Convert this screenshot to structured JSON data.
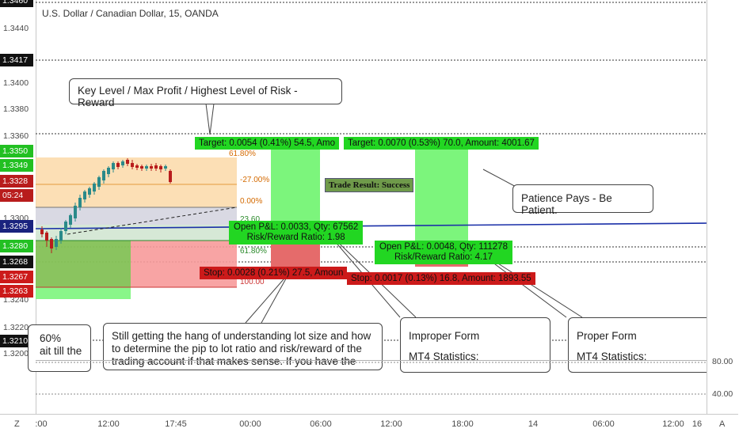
{
  "symbol_title": "U.S. Dollar / Canadian Dollar, 15, OANDA",
  "price_ticks": [
    "1.3460",
    "1.3440",
    "1.3400",
    "1.3380",
    "1.3360",
    "1.3300",
    "1.3240",
    "1.3220",
    "1.3200"
  ],
  "price_labels": [
    {
      "text": "1.3417",
      "color": "#111111"
    },
    {
      "text": "1.3350",
      "color": "#22c022"
    },
    {
      "text": "1.3349",
      "color": "#22c022"
    },
    {
      "text": "1.3328",
      "color": "#b81c1c"
    },
    {
      "text": "05:24",
      "color": "#b81c1c"
    },
    {
      "text": "1.3295",
      "color": "#1a237e"
    },
    {
      "text": "1.3280",
      "color": "#22c022"
    },
    {
      "text": "1.3268",
      "color": "#111111"
    },
    {
      "text": "1.3267",
      "color": "#cc1a1a"
    },
    {
      "text": "1.3263",
      "color": "#cc1a1a"
    },
    {
      "text": "1.3210",
      "color": "#111111"
    }
  ],
  "time_labels": [
    ":00",
    "12:00",
    "17:45",
    "00:00",
    "06:00",
    "12:00",
    "18:00",
    "14",
    "06:00",
    "12:00",
    "16"
  ],
  "time_scale_left_icon": "Z",
  "time_scale_right_icon": "A",
  "osc_ticks": [
    "80.00",
    "40.00"
  ],
  "fib_levels": [
    "-27.00%",
    "0.00%",
    "23.60",
    "61.80%",
    "100.00"
  ],
  "fib_top_label": "61.80%",
  "callouts": {
    "key_level": "Key Level / Max Profit / Highest Level of Risk - Reward",
    "patience": "Patience Pays - Be Patient.",
    "lot_size": "Still getting the hang of understanding lot size and how to determine the pip to lot ratio and risk/reward of the trading account if that makes sense. If you have the",
    "partial_left_1": "60%",
    "partial_left_2": "ait till the",
    "improper_title": "Improper Form",
    "improper_sub": "MT4 Statistics:",
    "proper_title": "Proper Form",
    "proper_sub": "MT4 Statistics:"
  },
  "trade_result": "Trade Result: Success",
  "positions": {
    "first": {
      "target": "Target: 0.0054 (0.41%) 54.5, Amo",
      "pnl": "Open P&L: 0.0033, Qty: 67562",
      "rr": "Risk/Reward Ratio: 1.98",
      "stop": "Stop: 0.0028 (0.21%) 27.5, Amoun"
    },
    "second": {
      "target": "Target: 0.0070 (0.53%) 70.0, Amount: 4001.67",
      "pnl": "Open P&L: 0.0048, Qty: 111278",
      "rr": "Risk/Reward Ratio: 4.17",
      "stop": "Stop: 0.0017 (0.13%) 16.8, Amount: 1893.55"
    }
  },
  "colors": {
    "green_zone": "#7cf57c",
    "red_zone": "#e56b6b",
    "profit_label": "#22d622",
    "loss_label": "#cc1a1a",
    "mean_line": "#1a2fa8",
    "orange_zone": "#fcd9a8"
  }
}
